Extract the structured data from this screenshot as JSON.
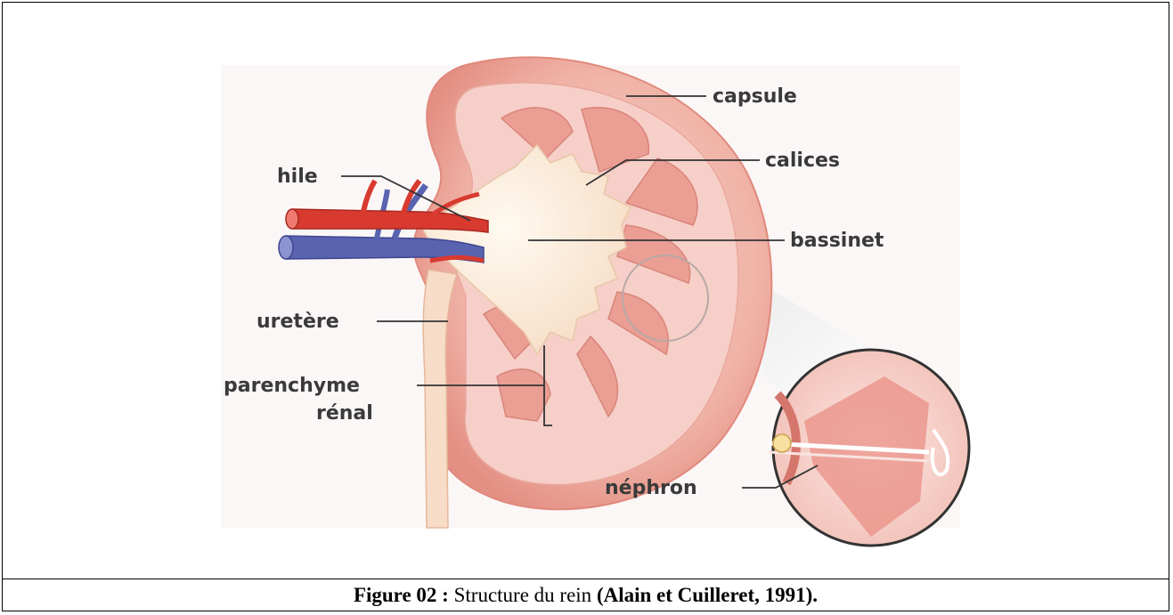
{
  "labels": {
    "capsule": "capsule",
    "calices": "calices",
    "hile": "hile",
    "bassinet": "bassinet",
    "uretere": "uretère",
    "parenchyme_line1": "parenchyme",
    "parenchyme_line2": "rénal",
    "nephron": "néphron"
  },
  "caption": {
    "figure_label": "Figure 02 :",
    "title": " Structure du rein ",
    "open_paren": "(",
    "citation": "Alain et Cuilleret, 1991",
    "close_paren": ")."
  },
  "colors": {
    "kidney_outer": "#f0b7ad",
    "kidney_cortex": "#f6cfc8",
    "pyramid": "#e99a91",
    "pelvis": "#fbeedf",
    "artery": "#d83a30",
    "vein": "#5a63b0",
    "label_text": "#3a3a3a"
  }
}
